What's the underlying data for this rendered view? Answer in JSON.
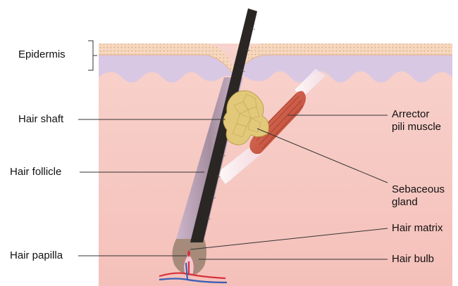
{
  "labels": {
    "epidermis": "Epidermis",
    "hair_shaft": "Hair shaft",
    "hair_follicle": "Hair follicle",
    "hair_papilla": "Hair papilla",
    "arrector_line1": "Arrector",
    "arrector_line2": "pili muscle",
    "sebaceous_line1": "Sebaceous",
    "sebaceous_line2": "gland",
    "hair_matrix": "Hair matrix",
    "hair_bulb": "Hair bulb"
  },
  "colors": {
    "dermis": "#f7c9c4",
    "dermis_deep": "#f4b8b3",
    "epidermis_band": "#d9c8e3",
    "outer_skin": "#f6d7bf",
    "hair": "#2a2624",
    "follicle": "#bfa9bf",
    "gland": "#e2c879",
    "muscle": "#c8553d",
    "blood_red": "#d8313a",
    "blood_blue": "#3b5fb5",
    "leader": "#333333"
  }
}
